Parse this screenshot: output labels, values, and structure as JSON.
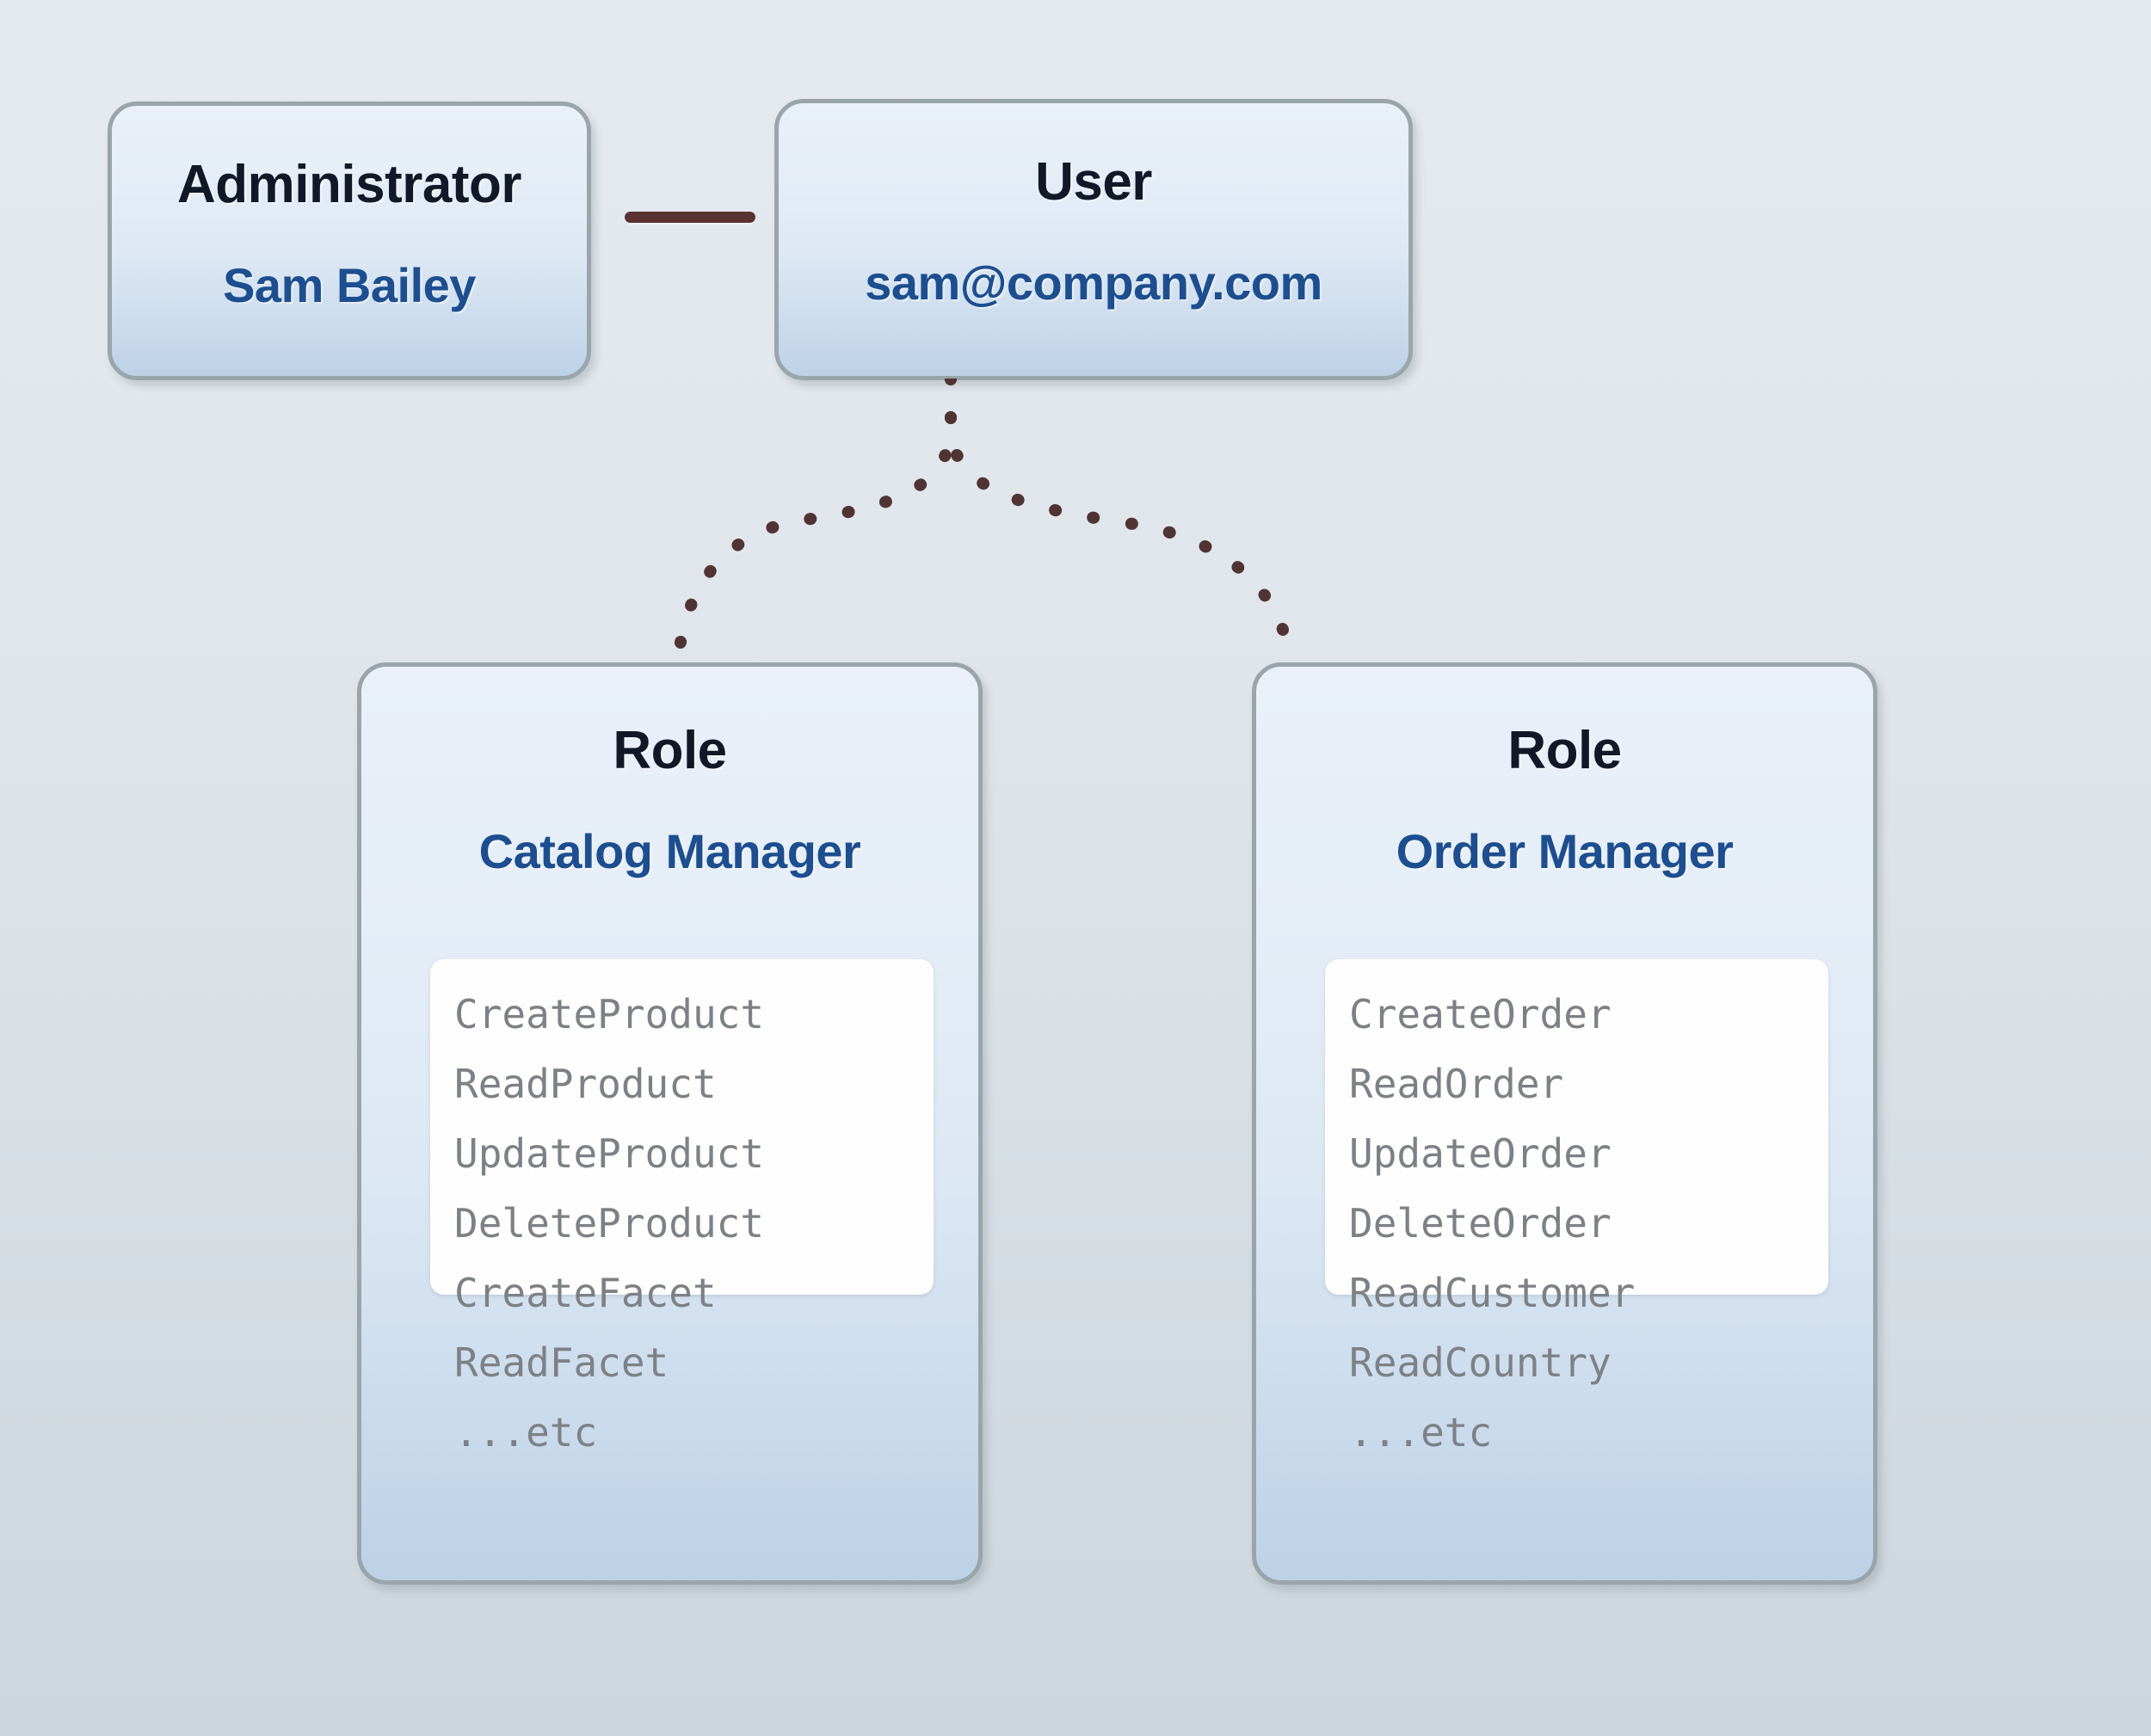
{
  "diagram": {
    "title": "Role based access control relationship diagram",
    "colors": {
      "background_top": "#e4eaef",
      "background_bottom": "#ccd6dd",
      "node_border": "#9aa5ab",
      "node_fill_top": "#e9f0f8",
      "node_fill_bottom": "#bdd1e6",
      "title_text": "#111927",
      "subtitle_text": "#1d4e8f",
      "connector": "#5b3232",
      "permission_text": "#7d8186",
      "permission_panel": "#fdfdfd"
    }
  },
  "administrator": {
    "type_label": "Administrator",
    "name": "Sam Bailey"
  },
  "user": {
    "type_label": "User",
    "email": "sam@company.com"
  },
  "link": {
    "admin_to_user": "solid-line",
    "user_to_roles": "dotted-curve"
  },
  "roles": [
    {
      "type_label": "Role",
      "name": "Catalog Manager",
      "permissions": [
        "CreateProduct",
        "ReadProduct",
        "UpdateProduct",
        "DeleteProduct",
        "CreateFacet",
        "ReadFacet",
        "...etc"
      ]
    },
    {
      "type_label": "Role",
      "name": "Order Manager",
      "permissions": [
        "CreateOrder",
        "ReadOrder",
        "UpdateOrder",
        "DeleteOrder",
        "ReadCustomer",
        "ReadCountry",
        "...etc"
      ]
    }
  ]
}
